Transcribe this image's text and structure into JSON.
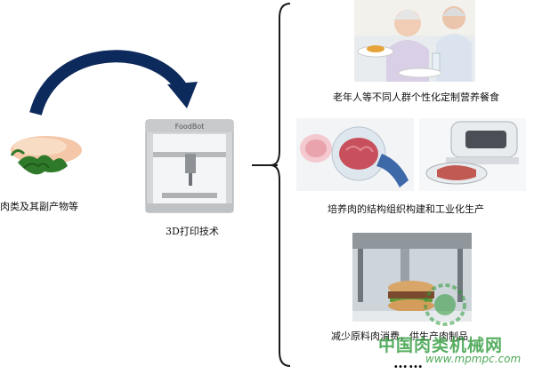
{
  "source": {
    "label": "肉类及其副产物等"
  },
  "printer": {
    "label": "3D打印技术",
    "brand": "FoodBot"
  },
  "outputs": [
    {
      "label": "老年人等不同人群个性化定制营养餐食"
    },
    {
      "label": "培养肉的结构组织构建和工业化生产"
    },
    {
      "label": "减少原料肉消费，供生产肉制品"
    }
  ],
  "more": "……",
  "watermark": {
    "name": "中国肉类机械网",
    "url": "www.mpmpc.com"
  },
  "colors": {
    "arrow": "#0d2a5c",
    "brace": "#1a1a1a",
    "watermark": "#2e9a3a"
  }
}
